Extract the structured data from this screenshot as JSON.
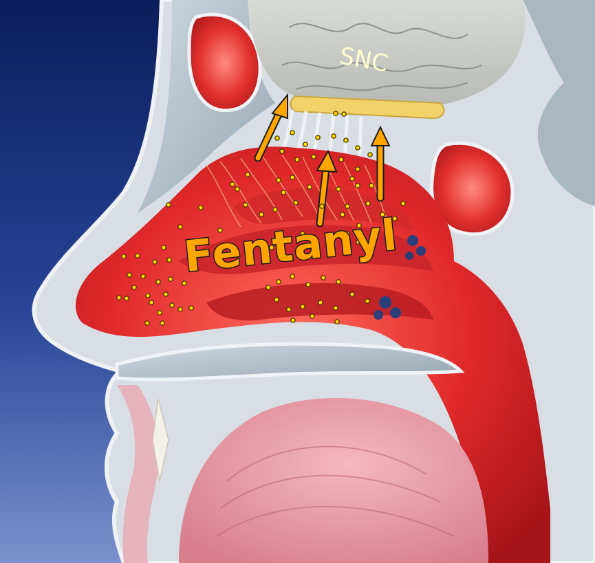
{
  "labels": {
    "brain": "SNC",
    "drug": "Fentanyl"
  },
  "colors": {
    "background_top": "#0b1d5c",
    "background_bottom": "#6d86c6",
    "tissue_red": "#e0282b",
    "tissue_dark_red": "#9c1216",
    "bone_gray": "#b8c6cf",
    "brain_gray": "#c9ccc6",
    "arrow_orange": "#ffa500",
    "particle_yellow": "#ffd200",
    "olfactory_yellow": "#f2d36a",
    "label_snc": "#fffbd0",
    "label_drug_fill": "#ffa500",
    "label_drug_stroke": "#1a1a1a"
  },
  "icons": {
    "arrow": "up-arrow",
    "particle": "drug-particle-dot"
  }
}
